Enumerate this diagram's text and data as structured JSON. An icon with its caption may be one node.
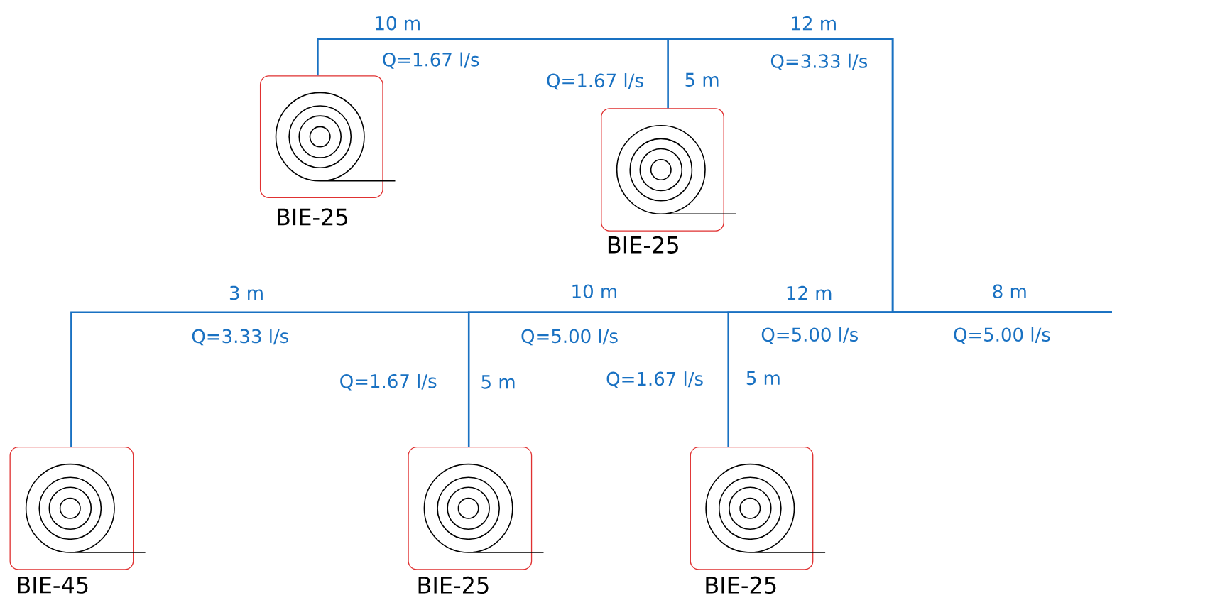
{
  "diagram": {
    "nodes": [
      {
        "text": [
          "BIE-25"
        ]
      },
      {
        "text": [
          "BIE-25"
        ]
      },
      {
        "text": [
          "BIE-45"
        ]
      },
      {
        "text": [
          "BIE-25"
        ]
      },
      {
        "text": [
          "BIE-25"
        ]
      }
    ],
    "edges": [
      {
        "from": null,
        "to": 0,
        "arrow": "none"
      },
      {
        "from": null,
        "to": 1,
        "arrow": "none"
      },
      {
        "from": null,
        "to": 2,
        "arrow": "none"
      },
      {
        "from": null,
        "to": 3,
        "arrow": "none"
      },
      {
        "from": null,
        "to": 4,
        "arrow": "none"
      }
    ],
    "labels": [
      "10 m",
      "12 m",
      "Q=1.67 l/s",
      "Q=3.33 l/s",
      "Q=1.67 l/s",
      "5 m",
      "3 m",
      "10 m",
      "12 m",
      "8 m",
      "Q=3.33 l/s",
      "Q=5.00 l/s",
      "Q=5.00 l/s",
      "Q=5.00 l/s",
      "Q=1.67 l/s",
      "5 m",
      "Q=1.67 l/s",
      "5 m"
    ]
  }
}
